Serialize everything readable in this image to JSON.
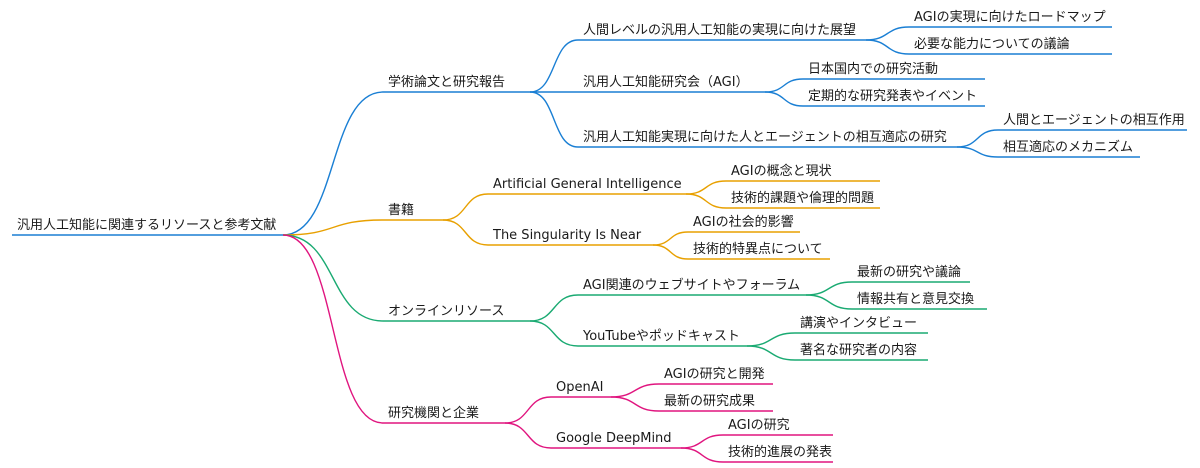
{
  "mindmap": {
    "root": "汎用人工知能に関連するリソースと参考文献",
    "branches": [
      {
        "label": "学術論文と研究報告",
        "color": "#1a7fd4",
        "children": [
          {
            "label": "人間レベルの汎用人工知能の実現に向けた展望",
            "children": [
              "AGIの実現に向けたロードマップ",
              "必要な能力についての議論"
            ]
          },
          {
            "label": "汎用人工知能研究会（AGI）",
            "children": [
              "日本国内での研究活動",
              "定期的な研究発表やイベント"
            ]
          },
          {
            "label": "汎用人工知能実現に向けた人とエージェントの相互適応の研究",
            "children": [
              "人間とエージェントの相互作用",
              "相互適応のメカニズム"
            ]
          }
        ]
      },
      {
        "label": "書籍",
        "color": "#e8a000",
        "children": [
          {
            "label": "Artificial General Intelligence",
            "children": [
              "AGIの概念と現状",
              "技術的課題や倫理的問題"
            ]
          },
          {
            "label": "The Singularity Is Near",
            "children": [
              "AGIの社会的影響",
              "技術的特異点について"
            ]
          }
        ]
      },
      {
        "label": "オンラインリソース",
        "color": "#1aaa72",
        "children": [
          {
            "label": "AGI関連のウェブサイトやフォーラム",
            "children": [
              "最新の研究や議論",
              "情報共有と意見交換"
            ]
          },
          {
            "label": "YouTubeやポッドキャスト",
            "children": [
              "講演やインタビュー",
              "著名な研究者の内容"
            ]
          }
        ]
      },
      {
        "label": "研究機関と企業",
        "color": "#e0157f",
        "children": [
          {
            "label": "OpenAI",
            "children": [
              "AGIの研究と開発",
              "最新の研究成果"
            ]
          },
          {
            "label": "Google DeepMind",
            "children": [
              "AGIの研究",
              "技術的進展の発表"
            ]
          }
        ]
      }
    ]
  }
}
